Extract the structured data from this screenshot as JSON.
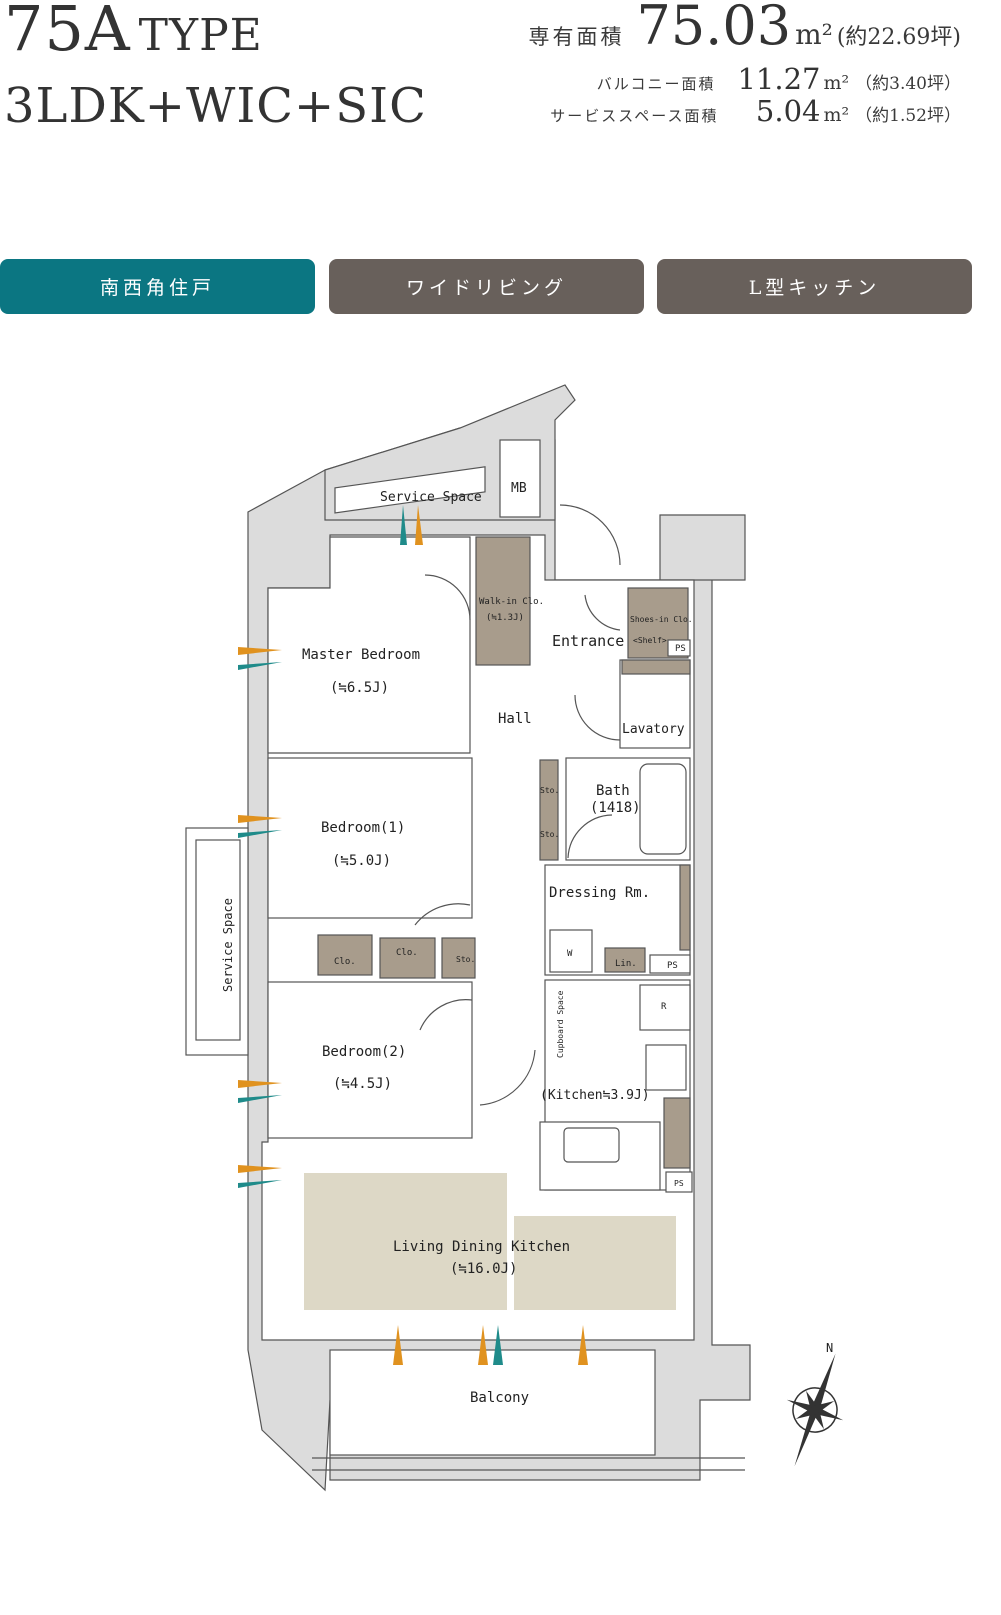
{
  "header": {
    "type_number": "75A",
    "type_word": "TYPE",
    "layout": "3LDK+WIC+SIC",
    "exclusive_area_label": "専有面積",
    "exclusive_area_value": "75.03",
    "unit": "m²",
    "exclusive_area_tsubo": "(約22.69坪)",
    "balcony_label": "バルコニー面積",
    "balcony_value": "11.27",
    "balcony_tsubo": "（約3.40坪）",
    "service_label": "サービススペース面積",
    "service_value": "5.04",
    "service_tsubo": "（約1.52坪）"
  },
  "tabs": [
    {
      "label": "南西角住戸",
      "color": "#0b7682",
      "active": true
    },
    {
      "label": "ワイドリビング",
      "color": "#68605b",
      "active": false
    },
    {
      "label": "L型キッチン",
      "color": "#68605b",
      "active": false
    }
  ],
  "plan": {
    "service_space_top": "Service Space",
    "mb": "MB",
    "walk_in": "Walk-in Clo.",
    "walk_in_size": "(≒1.3J)",
    "entrance": "Entrance",
    "shoes_in": "Shoes-in Clo.",
    "shelf": "<Shelf>",
    "ps": "PS",
    "master": "Master Bedroom",
    "master_size": "(≒6.5J)",
    "hall": "Hall",
    "lavatory": "Lavatory",
    "bath": "Bath",
    "bath_size": "(1418)",
    "sto": "Sto.",
    "bedroom1": "Bedroom(1)",
    "bedroom1_size": "(≒5.0J)",
    "dressing": "Dressing Rm.",
    "w": "W",
    "lin": "Lin.",
    "clo": "Clo.",
    "service_space_left": "Service Space",
    "cupboard": "Cupboard Space",
    "r": "R",
    "bedroom2": "Bedroom(2)",
    "bedroom2_size": "(≒4.5J)",
    "kitchen": "(Kitchen≒3.9J)",
    "ldk": "Living Dining Kitchen",
    "ldk_size": "(≒16.0J)",
    "balcony": "Balcony",
    "north": "N"
  },
  "colors": {
    "wall": "#dcdcdc",
    "closet": "#a89c8c",
    "ldk": "#ddd8c6",
    "orange": "#e0921f",
    "teal": "#1f8b8a"
  }
}
